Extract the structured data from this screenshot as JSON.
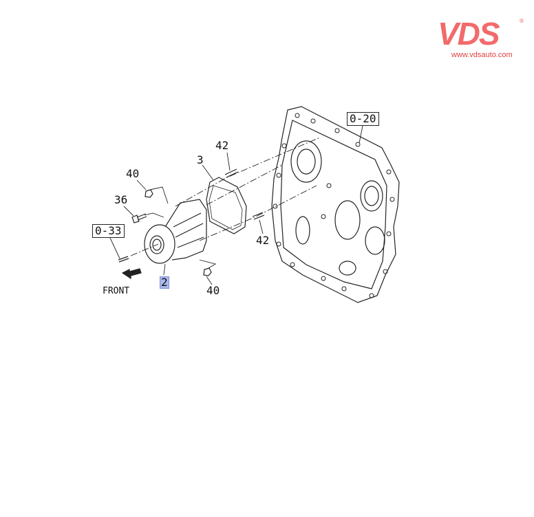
{
  "logo": {
    "brand": "VDS",
    "registered": "®",
    "url": "www.vdsauto.com",
    "color": "#f26b6b"
  },
  "diagram": {
    "callouts": [
      {
        "id": "ref-0-20",
        "text": "0-20"
      },
      {
        "id": "part-42-top",
        "text": "42"
      },
      {
        "id": "part-3",
        "text": "3"
      },
      {
        "id": "part-40-top",
        "text": "40"
      },
      {
        "id": "part-36",
        "text": "36"
      },
      {
        "id": "ref-0-33",
        "text": "0-33"
      },
      {
        "id": "part-42-right",
        "text": "42"
      },
      {
        "id": "part-2",
        "text": "2"
      },
      {
        "id": "part-40-bottom",
        "text": "40"
      }
    ],
    "front_label": "FRONT",
    "highlight_color": "#aab8ec"
  }
}
